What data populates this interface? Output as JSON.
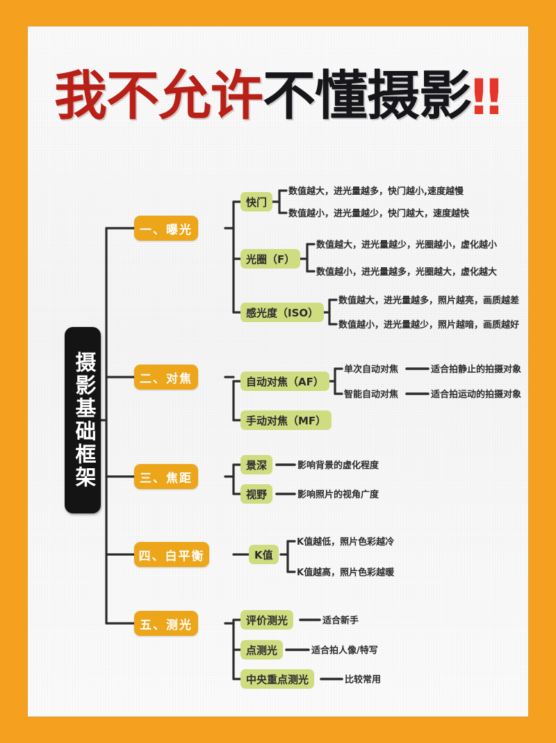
{
  "poster": {
    "border_color": "#F6A020",
    "paper_color": "#F8F8F8"
  },
  "title": {
    "part_red": "我不允许",
    "part_black": "不懂摄影",
    "part_bang": "‼",
    "red_color": "#B81F17",
    "black_color": "#16161A",
    "bang_color": "#E4362A"
  },
  "mindmap": {
    "root": "摄影基础框架",
    "category_color": "#EDA519",
    "sub_color": "#CFDC80",
    "line_color": "#2B2B2B",
    "branches": [
      {
        "label": "一、曝光",
        "children": [
          {
            "label": "快门",
            "leaves": [
              "数值越大，进光量越多，快门越小,速度越慢",
              "数值越小，进光量越少，快门越大，速度越快"
            ]
          },
          {
            "label": "光圈（F）",
            "leaves": [
              "数值越大，进光量越少，光圈越小，虚化越小",
              "数值越小，进光量越多，光圈越大，虚化越大"
            ]
          },
          {
            "label": "感光度（ISO）",
            "leaves": [
              "数值越大，进光量越多，照片越亮，画质越差",
              "数值越小，进光量越少，照片越暗，画质越好"
            ]
          }
        ]
      },
      {
        "label": "二、对焦",
        "children": [
          {
            "label": "自动对焦（AF）",
            "leaves": [
              "单次自动对焦",
              "智能自动对焦"
            ],
            "tails": [
              "适合拍静止的拍摄对象",
              "适合拍运动的拍摄对象"
            ]
          },
          {
            "label": "手动对焦（MF）",
            "leaves": []
          }
        ]
      },
      {
        "label": "三、焦距",
        "children": [
          {
            "label": "景深",
            "tail": "影响背景的虚化程度"
          },
          {
            "label": "视野",
            "tail": "影响照片的视角广度"
          }
        ]
      },
      {
        "label": "四、白平衡",
        "children": [
          {
            "label": "K值",
            "leaves": [
              "K值越低，照片色彩越冷",
              "K值越高，照片色彩越暖"
            ]
          }
        ]
      },
      {
        "label": "五、测光",
        "children": [
          {
            "label": "评价测光",
            "tail": "适合新手"
          },
          {
            "label": "点测光",
            "tail": "适合拍人像/特写"
          },
          {
            "label": "中央重点测光",
            "tail": "比较常用"
          }
        ]
      }
    ]
  }
}
